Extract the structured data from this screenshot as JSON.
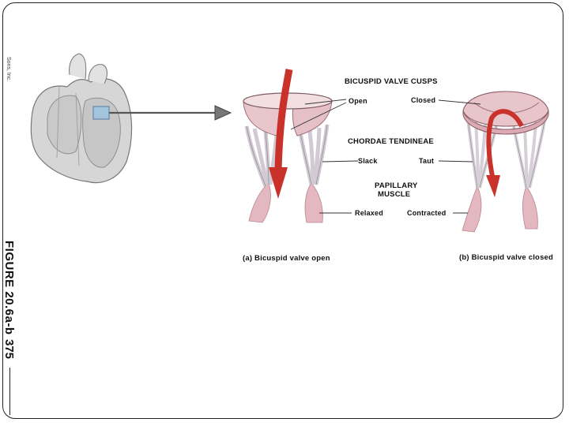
{
  "figure": {
    "caption": "FIGURE 20.6a-b",
    "page_number": "375",
    "credit": "Sons, Inc."
  },
  "labels": {
    "cusps_header": "BICUSPID VALVE CUSPS",
    "open": "Open",
    "closed": "Closed",
    "chordae_header": "CHORDAE TENDINEAE",
    "slack": "Slack",
    "taut": "Taut",
    "papillary_line1": "PAPILLARY",
    "papillary_line2": "MUSCLE",
    "relaxed": "Relaxed",
    "contracted": "Contracted"
  },
  "subcaptions": {
    "a": "(a) Bicuspid valve open",
    "b": "(b) Bicuspid valve closed"
  },
  "colors": {
    "flow_arrow": "#c8322a",
    "tissue": "#e7c2c8",
    "tissue_dark": "#b98590",
    "chordae": "#d9d4da",
    "heart_fill": "#d4d4d4",
    "highlight_box": "#9fc5e3"
  }
}
